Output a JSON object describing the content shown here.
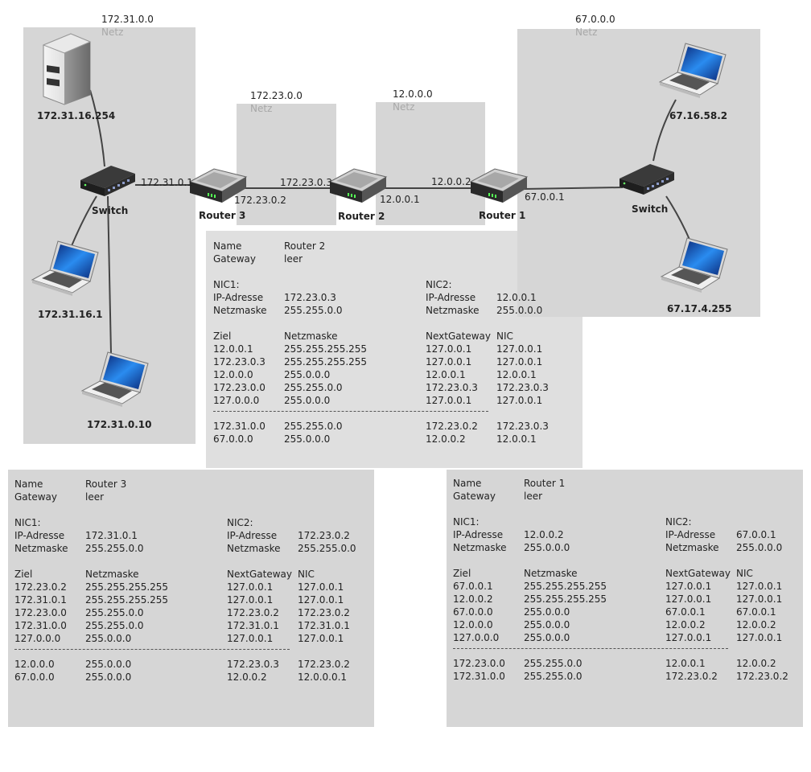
{
  "networks": [
    {
      "address": "172.31.0.0",
      "tag": "Netz"
    },
    {
      "address": "172.23.0.0",
      "tag": "Netz"
    },
    {
      "address": "12.0.0.0",
      "tag": "Netz"
    },
    {
      "address": "67.0.0.0",
      "tag": "Netz"
    }
  ],
  "devices": {
    "server": "172.31.16.254",
    "laptop_left_1": "172.31.16.1",
    "laptop_left_2": "172.31.0.10",
    "laptop_right_1": "67.16.58.2",
    "laptop_right_2": "67.17.4.255",
    "switch_left": "Switch",
    "switch_right": "Switch",
    "router3": "Router 3",
    "router2": "Router 2",
    "router1": "Router 1"
  },
  "link_labels": {
    "r3_left": "172.31.0.1",
    "r3_right": "172.23.0.2",
    "r2_left": "172.23.0.3",
    "r2_right": "12.0.0.1",
    "r1_left": "12.0.0.2",
    "r1_right": "67.0.0.1"
  },
  "tables": {
    "router2": {
      "name_label": "Name",
      "name_value": "Router 2",
      "gateway_label": "Gateway",
      "gateway_value": "leer",
      "nic1_title": "NIC1:",
      "nic1_ip_label": "IP-Adresse",
      "nic1_ip": "172.23.0.3",
      "nic1_mask_label": "Netzmaske",
      "nic1_mask": "255.255.0.0",
      "nic2_title": "NIC2:",
      "nic2_ip_label": "IP-Adresse",
      "nic2_ip": "12.0.0.1",
      "nic2_mask_label": "Netzmaske",
      "nic2_mask": "255.0.0.0",
      "headers": [
        "Ziel",
        "Netzmaske",
        "NextGateway",
        "NIC"
      ],
      "routes": [
        [
          "12.0.0.1",
          "255.255.255.255",
          "127.0.0.1",
          "127.0.0.1"
        ],
        [
          "172.23.0.3",
          "255.255.255.255",
          "127.0.0.1",
          "127.0.0.1"
        ],
        [
          "12.0.0.0",
          "255.0.0.0",
          "12.0.0.1",
          "12.0.0.1"
        ],
        [
          "172.23.0.0",
          "255.255.0.0",
          "172.23.0.3",
          "172.23.0.3"
        ],
        [
          "127.0.0.0",
          "255.0.0.0",
          "127.0.0.1",
          "127.0.0.1"
        ]
      ],
      "extra_routes": [
        [
          "172.31.0.0",
          "255.255.0.0",
          "172.23.0.2",
          "172.23.0.3"
        ],
        [
          "67.0.0.0",
          "255.0.0.0",
          "12.0.0.2",
          "12.0.0.1"
        ]
      ]
    },
    "router3": {
      "name_label": "Name",
      "name_value": "Router 3",
      "gateway_label": "Gateway",
      "gateway_value": "leer",
      "nic1_title": "NIC1:",
      "nic1_ip_label": "IP-Adresse",
      "nic1_ip": "172.31.0.1",
      "nic1_mask_label": "Netzmaske",
      "nic1_mask": "255.255.0.0",
      "nic2_title": "NIC2:",
      "nic2_ip_label": "IP-Adresse",
      "nic2_ip": "172.23.0.2",
      "nic2_mask_label": "Netzmaske",
      "nic2_mask": "255.255.0.0",
      "headers": [
        "Ziel",
        "Netzmaske",
        "NextGateway",
        "NIC"
      ],
      "routes": [
        [
          "172.23.0.2",
          "255.255.255.255",
          "127.0.0.1",
          "127.0.0.1"
        ],
        [
          "172.31.0.1",
          "255.255.255.255",
          "127.0.0.1",
          "127.0.0.1"
        ],
        [
          "172.23.0.0",
          "255.255.0.0",
          "172.23.0.2",
          "172.23.0.2"
        ],
        [
          "172.31.0.0",
          "255.255.0.0",
          "172.31.0.1",
          "172.31.0.1"
        ],
        [
          "127.0.0.0",
          "255.0.0.0",
          "127.0.0.1",
          "127.0.0.1"
        ]
      ],
      "extra_routes": [
        [
          "12.0.0.0",
          "255.0.0.0",
          "172.23.0.3",
          "172.23.0.2"
        ],
        [
          "67.0.0.0",
          "255.0.0.0",
          "12.0.0.2",
          "12.0.0.0.1"
        ]
      ]
    },
    "router1": {
      "name_label": "Name",
      "name_value": "Router 1",
      "gateway_label": "Gateway",
      "gateway_value": "leer",
      "nic1_title": "NIC1:",
      "nic1_ip_label": "IP-Adresse",
      "nic1_ip": "12.0.0.2",
      "nic1_mask_label": "Netzmaske",
      "nic1_mask": "255.0.0.0",
      "nic2_title": "NIC2:",
      "nic2_ip_label": "IP-Adresse",
      "nic2_ip": "67.0.0.1",
      "nic2_mask_label": "Netzmaske",
      "nic2_mask": "255.0.0.0",
      "headers": [
        "Ziel",
        "Netzmaske",
        "NextGateway",
        "NIC"
      ],
      "routes": [
        [
          "67.0.0.1",
          "255.255.255.255",
          "127.0.0.1",
          "127.0.0.1"
        ],
        [
          "12.0.0.2",
          "255.255.255.255",
          "127.0.0.1",
          "127.0.0.1"
        ],
        [
          "67.0.0.0",
          "255.0.0.0",
          "67.0.0.1",
          "67.0.0.1"
        ],
        [
          "12.0.0.0",
          "255.0.0.0",
          "12.0.0.2",
          "12.0.0.2"
        ],
        [
          "127.0.0.0",
          "255.0.0.0",
          "127.0.0.1",
          "127.0.0.1"
        ]
      ],
      "extra_routes": [
        [
          "172.23.0.0",
          "255.255.0.0",
          "12.0.0.1",
          "12.0.0.2"
        ],
        [
          "172.31.0.0",
          "255.255.0.0",
          "172.23.0.2",
          "172.23.0.2"
        ]
      ]
    }
  }
}
